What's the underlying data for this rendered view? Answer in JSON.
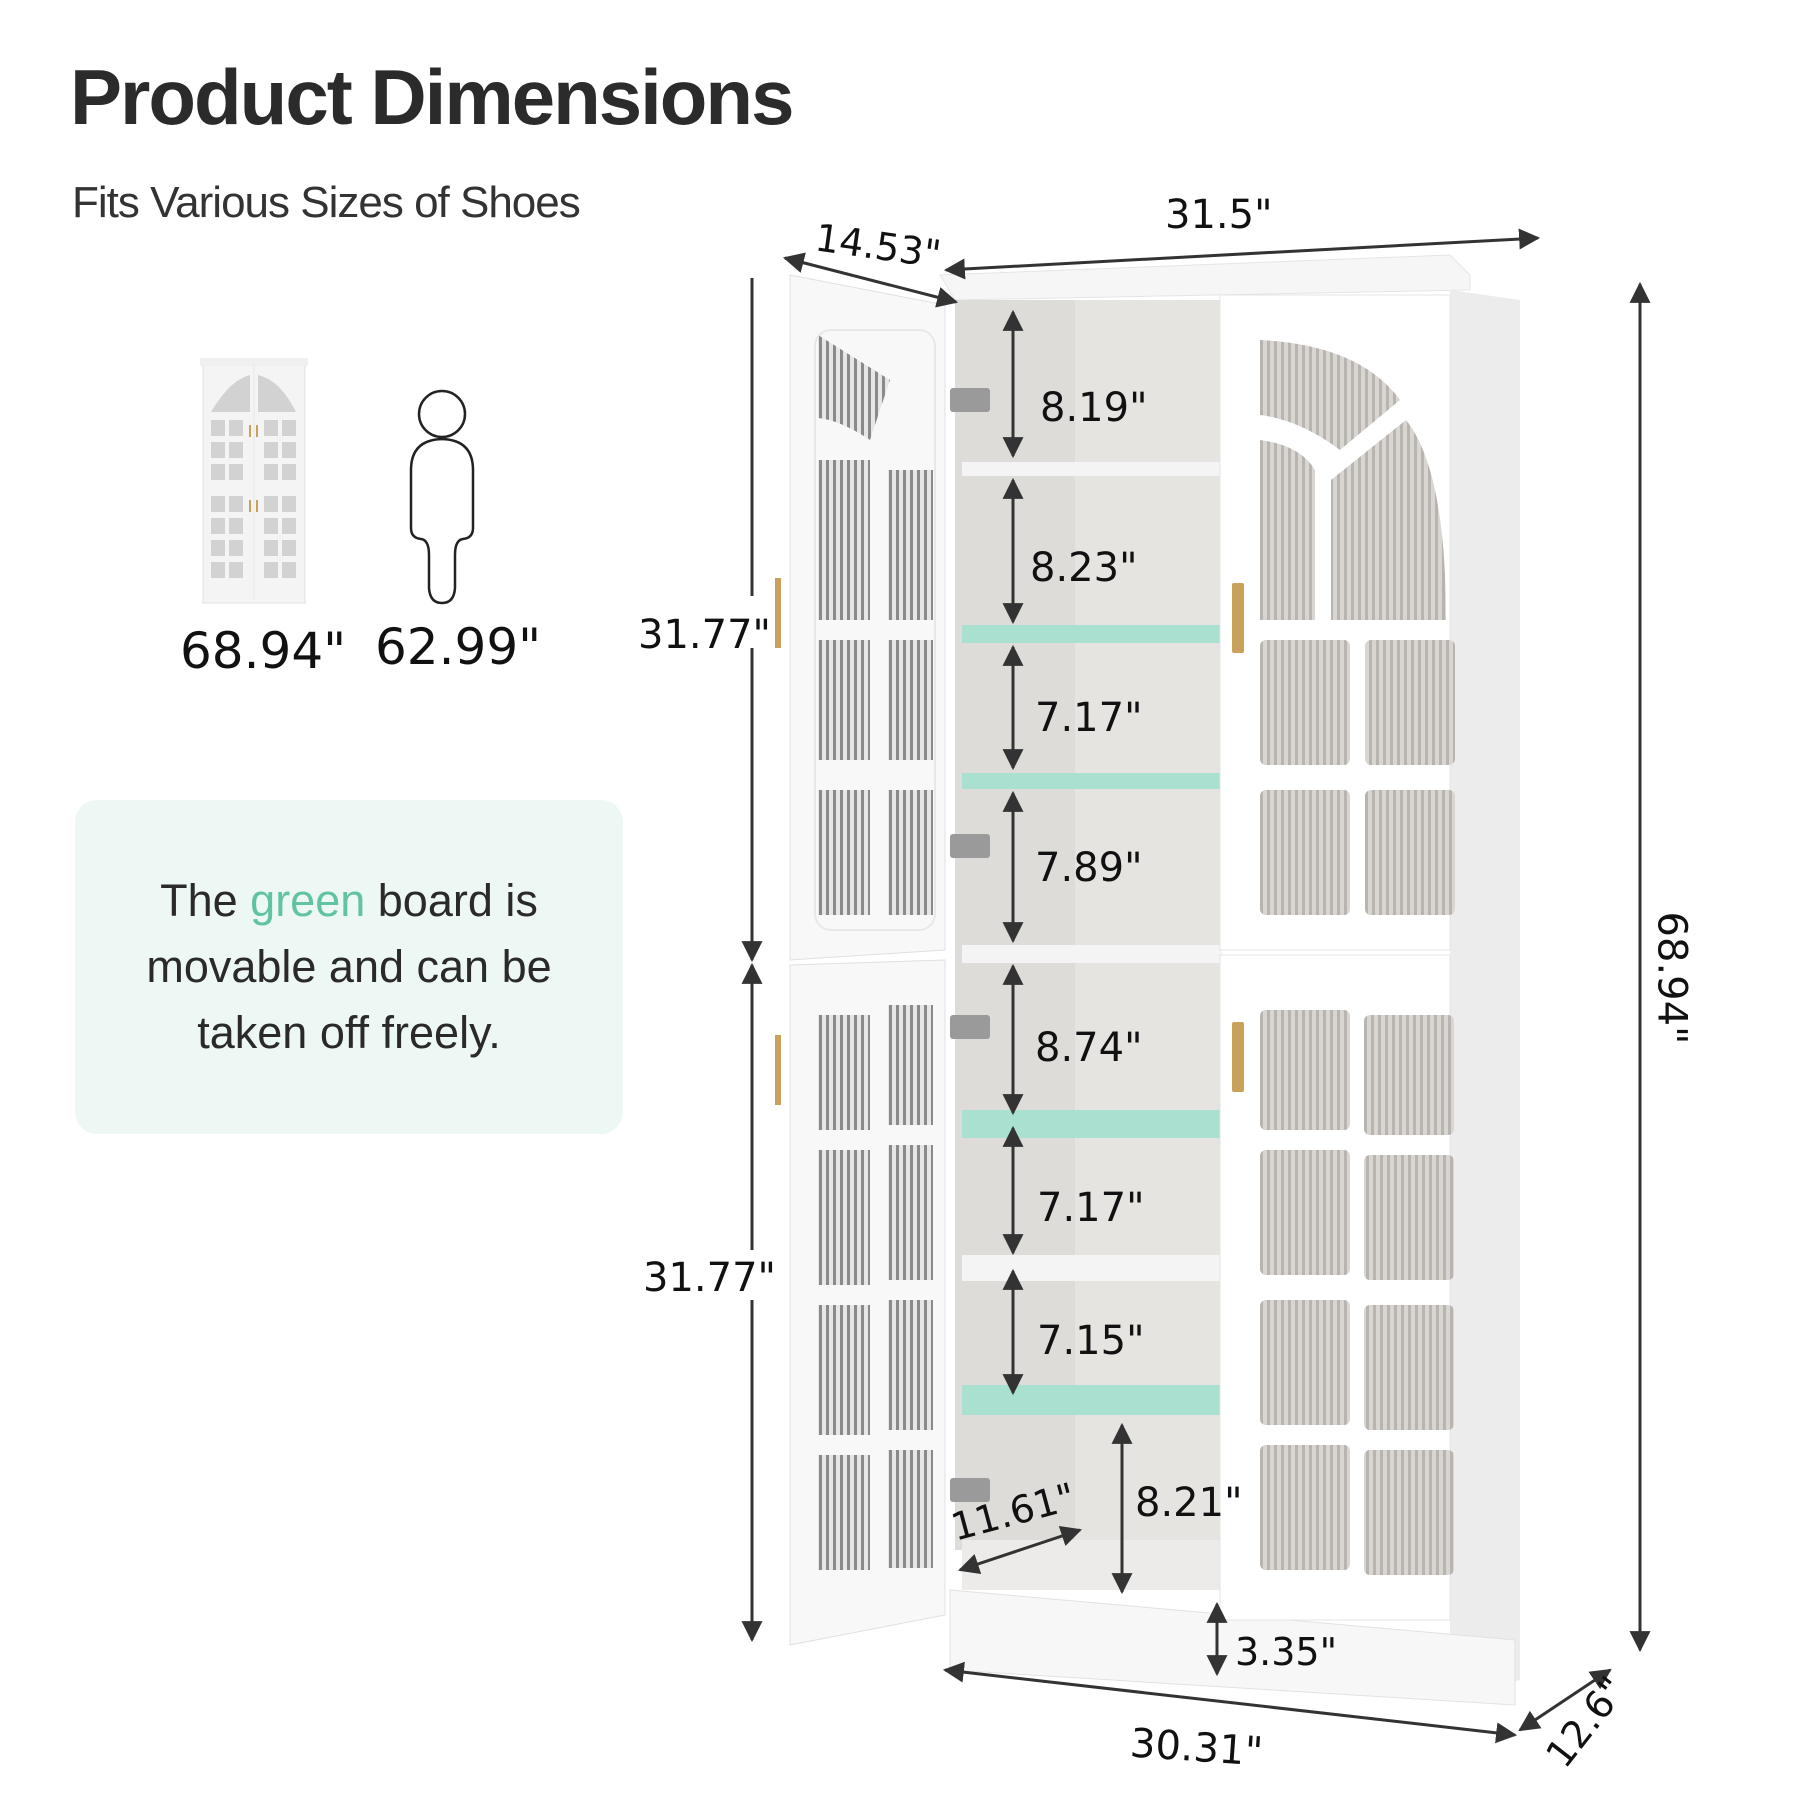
{
  "header": {
    "title": "Product Dimensions",
    "subtitle": "Fits Various Sizes of Shoes"
  },
  "scale_comparison": {
    "cabinet_height": "68.94\"",
    "person_height": "62.99\"",
    "icons": [
      "cabinet-thumbnail-icon",
      "person-silhouette-icon"
    ]
  },
  "callout": {
    "text_before": "The ",
    "highlight": "green",
    "text_after": " board is movable and can be taken off freely.",
    "highlight_color": "#62c3a2",
    "background_color": "#edf8f5"
  },
  "dimensions": {
    "top_width": "31.5\"",
    "top_depth": "14.53\"",
    "total_height": "68.94\"",
    "upper_section_height": "31.77\"",
    "lower_section_height": "31.77\"",
    "bottom_width": "30.31\"",
    "bottom_depth": "12.6\"",
    "base_height": "3.35\"",
    "inner_depth": "11.61\"",
    "bottom_compartment_height": "8.21\"",
    "shelf_gaps": [
      "8.19\"",
      "8.23\"",
      "7.17\"",
      "7.89\"",
      "8.74\"",
      "7.17\"",
      "7.15\""
    ]
  },
  "colors": {
    "cabinet_white": "#ffffff",
    "interior_gray": "#e6e4e1",
    "movable_shelf_green": "#a9e0cf",
    "handle_gold": "#c9a15a",
    "dimension_line": "#333333"
  }
}
